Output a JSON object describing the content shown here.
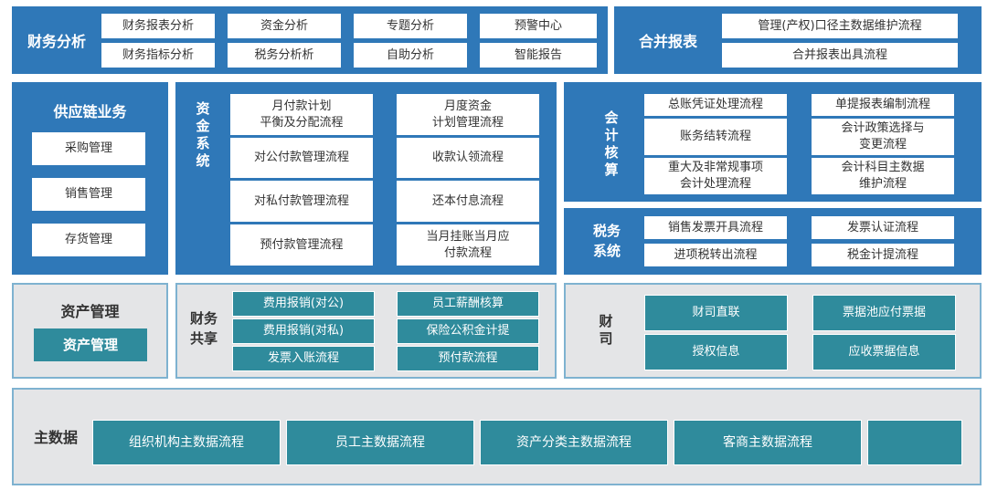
{
  "finance_analysis": {
    "title": "财务分析",
    "items": [
      "财务报表分析",
      "资金分析",
      "专题分析",
      "预警中心",
      "财务指标分析",
      "税务分析析",
      "自助分析",
      "智能报告"
    ]
  },
  "consolidated": {
    "title": "合并报表",
    "items": [
      "管理(产权)口径主数据维护流程",
      "合并报表出具流程"
    ]
  },
  "supply_chain": {
    "title": "供应链业务",
    "items": [
      "采购管理",
      "销售管理",
      "存货管理"
    ]
  },
  "fund_system": {
    "title": "资金系统",
    "items": [
      "月付款计划\n平衡及分配流程",
      "月度资金\n计划管理流程",
      "对公付款管理流程",
      "收款认领流程",
      "对私付款管理流程",
      "还本付息流程",
      "预付款管理流程",
      "当月挂账当月应\n付款流程"
    ]
  },
  "accounting": {
    "title": "会计核算",
    "items": [
      "总账凭证处理流程",
      "单提报表编制流程",
      "账务结转流程",
      "会计政策选择与\n变更流程",
      "重大及非常规事项\n会计处理流程",
      "会计科目主数据\n维护流程"
    ]
  },
  "tax_system": {
    "title": "税务系统",
    "items": [
      "销售发票开具流程",
      "发票认证流程",
      "进项税转出流程",
      "税金计提流程"
    ]
  },
  "asset_management": {
    "title": "资产管理",
    "items": [
      "资产管理"
    ]
  },
  "finance_shared": {
    "title": "财务共享",
    "items": [
      "费用报销(对公)",
      "员工薪酬核算",
      "费用报销(对私)",
      "保险公积金计提",
      "发票入账流程",
      "预付款流程"
    ]
  },
  "treasury": {
    "title": "财司",
    "items": [
      "财司直联",
      "票据池应付票据",
      "授权信息",
      "应收票据信息"
    ]
  },
  "master_data": {
    "title": "主数据",
    "items": [
      "组织机构主数据流程",
      "员工主数据流程",
      "资产分类主数据流程",
      "客商主数据流程",
      ""
    ]
  },
  "colors": {
    "primary_blue": "#2f78b8",
    "teal": "#2f8b9c",
    "grey_bg": "#e4e5e7",
    "border_light": "#7eb2d0"
  }
}
